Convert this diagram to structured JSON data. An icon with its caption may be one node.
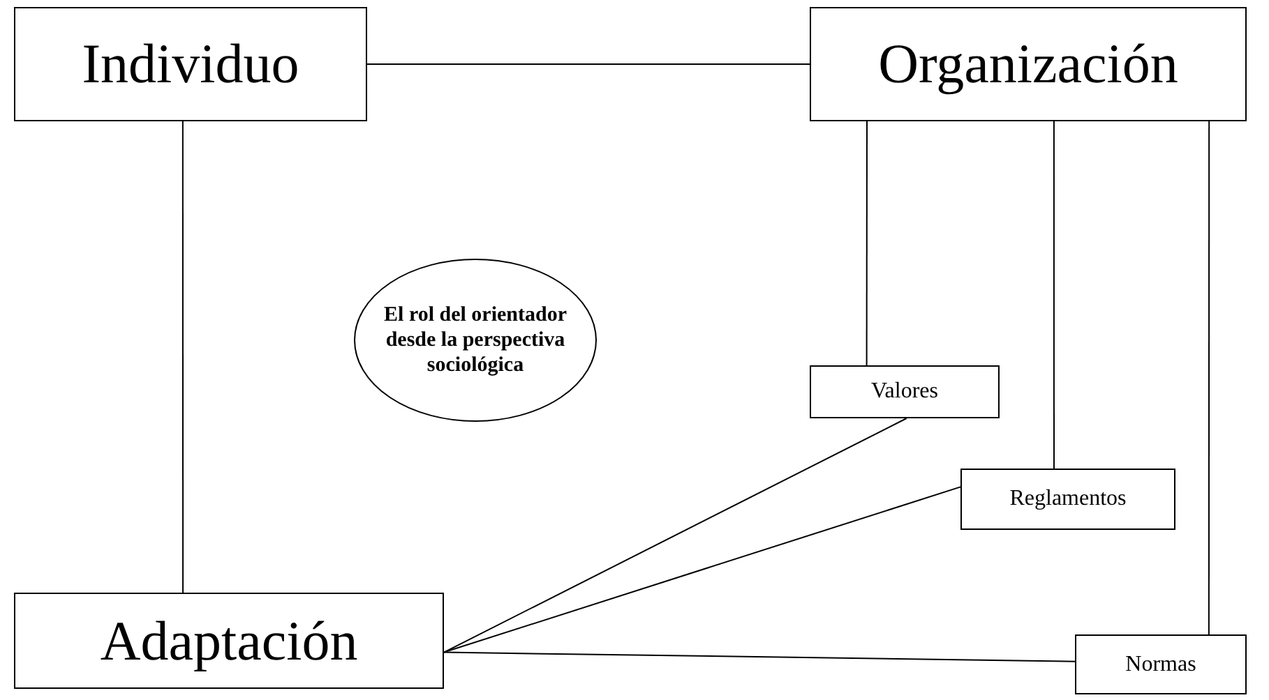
{
  "diagram": {
    "nodes": [
      {
        "text": [
          "Individuo"
        ]
      },
      {
        "text": [
          "Organización"
        ]
      },
      {
        "text": [
          "El rol del orientador desde la perspectiva sociológica"
        ]
      },
      {
        "text": [
          "Valores"
        ]
      },
      {
        "text": [
          "Reglamentos"
        ]
      },
      {
        "text": [
          "Adaptación"
        ]
      },
      {
        "text": [
          "Normas"
        ]
      }
    ],
    "edges": [
      {
        "from": 0,
        "to": 1,
        "arrow": "none"
      },
      {
        "from": 0,
        "to": 5,
        "arrow": "none"
      },
      {
        "from": 1,
        "to": 3,
        "arrow": "none"
      },
      {
        "from": 1,
        "to": 4,
        "arrow": "none"
      },
      {
        "from": 1,
        "to": 6,
        "arrow": "none"
      },
      {
        "from": 5,
        "to": 3,
        "arrow": "none"
      },
      {
        "from": 5,
        "to": 4,
        "arrow": "none"
      },
      {
        "from": 5,
        "to": 6,
        "arrow": "none"
      }
    ]
  }
}
